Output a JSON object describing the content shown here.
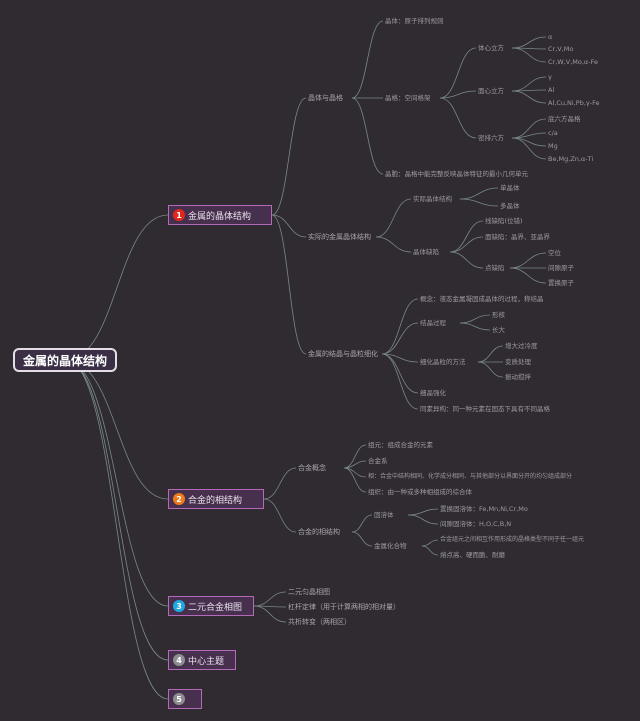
{
  "root": {
    "label": "金属的晶体结构"
  },
  "colors": {
    "badge1": "#e0281f",
    "badge2": "#ef7a1c",
    "badge3": "#1ea9e1",
    "badge4": "#8e8e92",
    "badge5": "#8e8e92",
    "line": "#7a8a88"
  },
  "branches": [
    {
      "num": "1",
      "label": "金属的晶体结构"
    },
    {
      "num": "2",
      "label": "合金的相结构"
    },
    {
      "num": "3",
      "label": "二元合金相图"
    },
    {
      "num": "4",
      "label": "中心主题"
    },
    {
      "num": "5",
      "label": ""
    }
  ],
  "b1": {
    "c1": {
      "label": "晶体与晶格",
      "n1": "晶体：原子排列规则",
      "n2": "晶格：空间格架",
      "bcc": {
        "label": "体心立方",
        "items": [
          "α",
          "Cr,V,Mo",
          "Cr,W,V,Mo,α-Fe"
        ]
      },
      "fcc": {
        "label": "面心立方",
        "items": [
          "γ",
          "Al",
          "Al,Cu,Ni,Pb,γ-Fe"
        ]
      },
      "hcp": {
        "label": "密排六方",
        "items": [
          "底六方晶格",
          "c/a",
          "Mg",
          "Be,Mg,Zn,α-Ti"
        ]
      },
      "n3": "晶胞：晶格中能完整反映晶体特征的最小几何单元"
    },
    "c2": {
      "label": "实际的金属晶体结构",
      "g1": {
        "label": "实际晶体结构",
        "items": [
          "单晶体",
          "多晶体"
        ]
      },
      "g2": {
        "label": "晶体缺陷",
        "items": [
          "线缺陷(位错)",
          "面缺陷：晶界、亚晶界"
        ],
        "point": {
          "label": "点缺陷",
          "items": [
            "空位",
            "间隙原子",
            "置换原子"
          ]
        }
      }
    },
    "c3": {
      "label": "金属的结晶与晶粒细化",
      "n1": "概念：液态金属凝固成晶体的过程，称结晶",
      "g1": {
        "label": "结晶过程",
        "items": [
          "形核",
          "长大"
        ]
      },
      "g2": {
        "label": "细化晶粒的方法",
        "items": [
          "增大过冷度",
          "变质处理",
          "振动搅拌"
        ]
      },
      "n2": "细晶强化",
      "n3": "同素异构：同一种元素在固态下具有不同晶格"
    }
  },
  "b2": {
    "c1": {
      "label": "合金概念",
      "items": [
        "组元：组成合金的元素",
        "合金系",
        "相：合金中结构相同、化学成分相同、与其他部分以界面分开的均匀组成部分",
        "组织：由一种或多种相组成的综合体"
      ]
    },
    "c2": {
      "label": "合金的相结构",
      "g1": {
        "label": "固溶体",
        "items": [
          "置换固溶体：Fe,Mn,Ni,Cr,Mo",
          "间隙固溶体：H,O,C,B,N"
        ]
      },
      "g2": {
        "label": "金属化合物",
        "items": [
          "合金组元之间相互作用形成的晶格类型不同于任一组元",
          "熔点高、硬而脆、耐磨"
        ]
      }
    }
  },
  "b3": {
    "items": [
      "二元匀晶相图",
      "杠杆定律（用于计算两相的相对量）",
      "共析转变（两相区）"
    ]
  }
}
